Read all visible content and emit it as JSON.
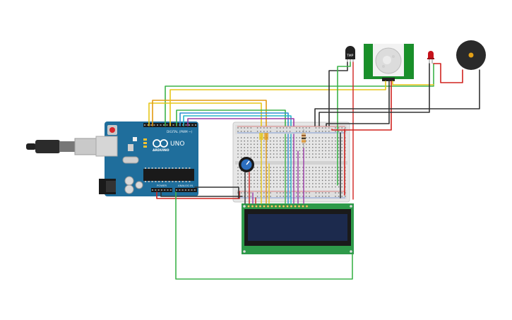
{
  "arduino": {
    "brand": "ARDUINO",
    "model": "UNO",
    "digital_label": "DIGITAL (PWM ~)",
    "power_label": "POWER",
    "analog_label": "ANALOG IN",
    "color": "#1f6e9c"
  },
  "sensor": {
    "label": "TMP"
  },
  "colors": {
    "wire_green": "#3db34a",
    "wire_yellow": "#e6c619",
    "wire_orange": "#e39a12",
    "wire_red": "#d0231f",
    "wire_black": "#333333",
    "wire_blue": "#2f8fd6",
    "wire_cyan": "#27b5c9",
    "wire_purple": "#9b3aa8",
    "pcb_green": "#1b8e2d",
    "lcd_screen": "#1c2a4d",
    "buzzer": "#2a2a2a",
    "led": "#c6121b"
  }
}
